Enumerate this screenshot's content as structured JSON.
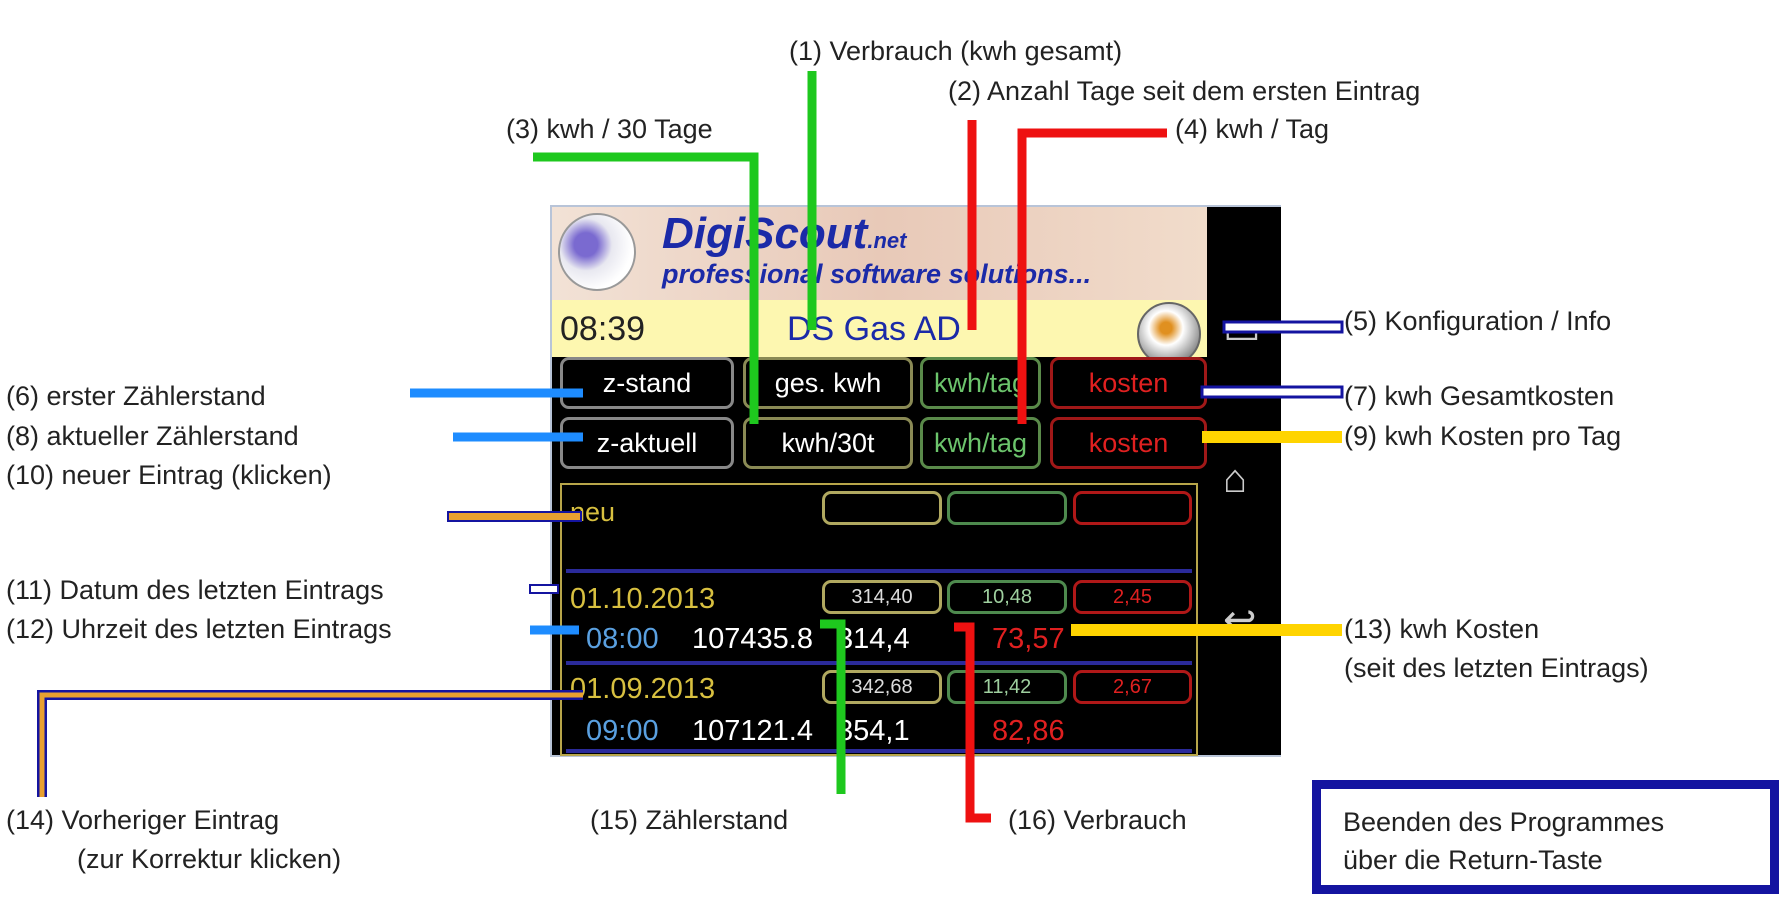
{
  "app": {
    "brand": "DigiScout",
    "brand_suffix": ".net",
    "slogan": "professional software solutions...",
    "clock": "08:39",
    "title": "DS Gas AD"
  },
  "buttons": {
    "row1": [
      "z-stand",
      "ges. kwh",
      "kwh/tag",
      "kosten"
    ],
    "row2": [
      "z-aktuell",
      "kwh/30t",
      "kwh/tag",
      "kosten"
    ]
  },
  "list": {
    "new_label": "neu",
    "entries": [
      {
        "date": "01.10.2013",
        "time": "08:00",
        "meter": "107435.8",
        "consumption": "314,4",
        "cost": "73,57",
        "kwh_30": "314,40",
        "kwh_day": "10,48",
        "cost_day": "2,45"
      },
      {
        "date": "01.09.2013",
        "time": "09:00",
        "meter": "107121.4",
        "consumption": "354,1",
        "cost": "82,86",
        "kwh_30": "342,68",
        "kwh_day": "11,42",
        "cost_day": "2,67"
      }
    ]
  },
  "annotations": {
    "a1": "(1) Verbrauch (kwh gesamt)",
    "a2": "(2) Anzahl Tage seit dem ersten Eintrag",
    "a3": "(3) kwh / 30 Tage",
    "a4": "(4) kwh / Tag",
    "a5": "(5) Konfiguration / Info",
    "a6": "(6) erster Zählerstand",
    "a7": "(7) kwh Gesamtkosten",
    "a8": "(8) aktueller Zählerstand",
    "a9": "(9) kwh Kosten pro Tag",
    "a10": "(10) neuer Eintrag (klicken)",
    "a11": "(11) Datum des letzten Eintrags",
    "a12": "(12) Uhrzeit des letzten Eintrags",
    "a13": "(13) kwh Kosten",
    "a13b": "(seit des letzten Eintrags)",
    "a14": "(14) Vorheriger Eintrag",
    "a14b": "(zur Korrektur klicken)",
    "a15": "(15) Zählerstand",
    "a16": "(16) Verbrauch",
    "end_line1": "Beenden des Programmes",
    "end_line2": "über die Return-Taste"
  },
  "colors": {
    "green": "#1ec81e",
    "red": "#ee1111",
    "blue": "#1e8cff",
    "yellow": "#ffd400",
    "orange": "#e8a030",
    "navy": "#1414a0"
  }
}
